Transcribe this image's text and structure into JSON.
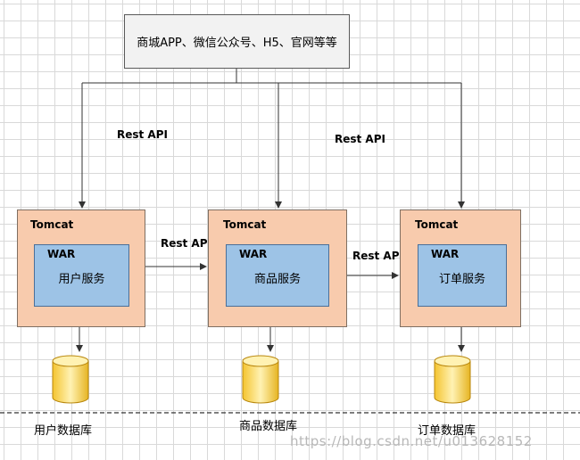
{
  "client": {
    "label": "商城APP、微信公众号、H5、官网等等"
  },
  "rest_api_labels": [
    "Rest API",
    "Rest API",
    "Rest API",
    "Rest API"
  ],
  "services": [
    {
      "tomcat": "Tomcat",
      "war": "WAR",
      "name": "用户服务",
      "database": "用户数据库"
    },
    {
      "tomcat": "Tomcat",
      "war": "WAR",
      "name": "商品服务",
      "database": "商品数据库"
    },
    {
      "tomcat": "Tomcat",
      "war": "WAR",
      "name": "订单服务",
      "database": "订单数据库"
    }
  ],
  "watermark": "https://blog.csdn.net/u013628152",
  "colors": {
    "tomcat_fill": "#f8cbad",
    "war_fill": "#9dc3e6",
    "db_fill": "#ffd966",
    "client_fill": "#f2f2f2"
  }
}
